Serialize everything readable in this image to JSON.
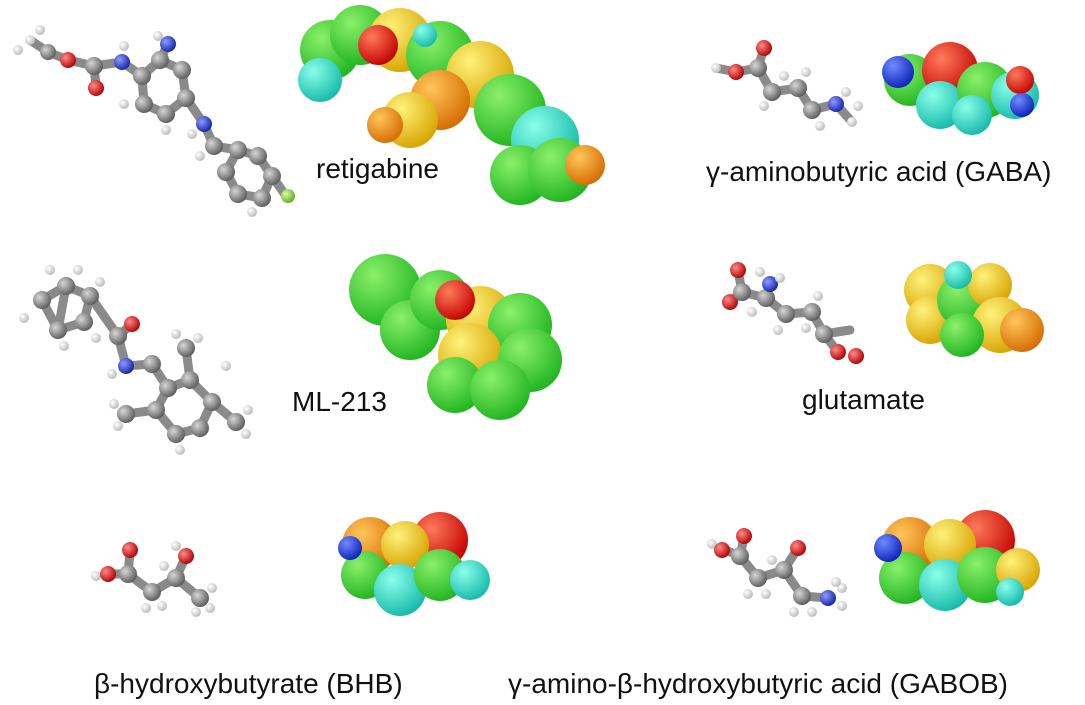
{
  "molecules": [
    {
      "key": "retigabine",
      "name": "retigabine"
    },
    {
      "key": "gaba",
      "name": "γ-aminobutyric acid (GABA)"
    },
    {
      "key": "ml213",
      "name": "ML-213"
    },
    {
      "key": "glutamate",
      "name": "glutamate"
    },
    {
      "key": "bhb",
      "name": "β-hydroxybutyrate (BHB)"
    },
    {
      "key": "gabob",
      "name": "γ-amino-β-hydroxybutyric acid (GABOB)"
    }
  ],
  "atom_colors": {
    "carbon": "#7f7f7f",
    "hydrogen": "#ffffff",
    "oxygen": "#e0161b",
    "nitrogen": "#2b3ee0",
    "fluorine": "#8fd14a"
  },
  "esp_colors": {
    "negative": "#e01010",
    "intermediate_high": "#f0c020",
    "neutral": "#3cd43c",
    "intermediate_low": "#30d8c8",
    "positive": "#1030e0"
  }
}
